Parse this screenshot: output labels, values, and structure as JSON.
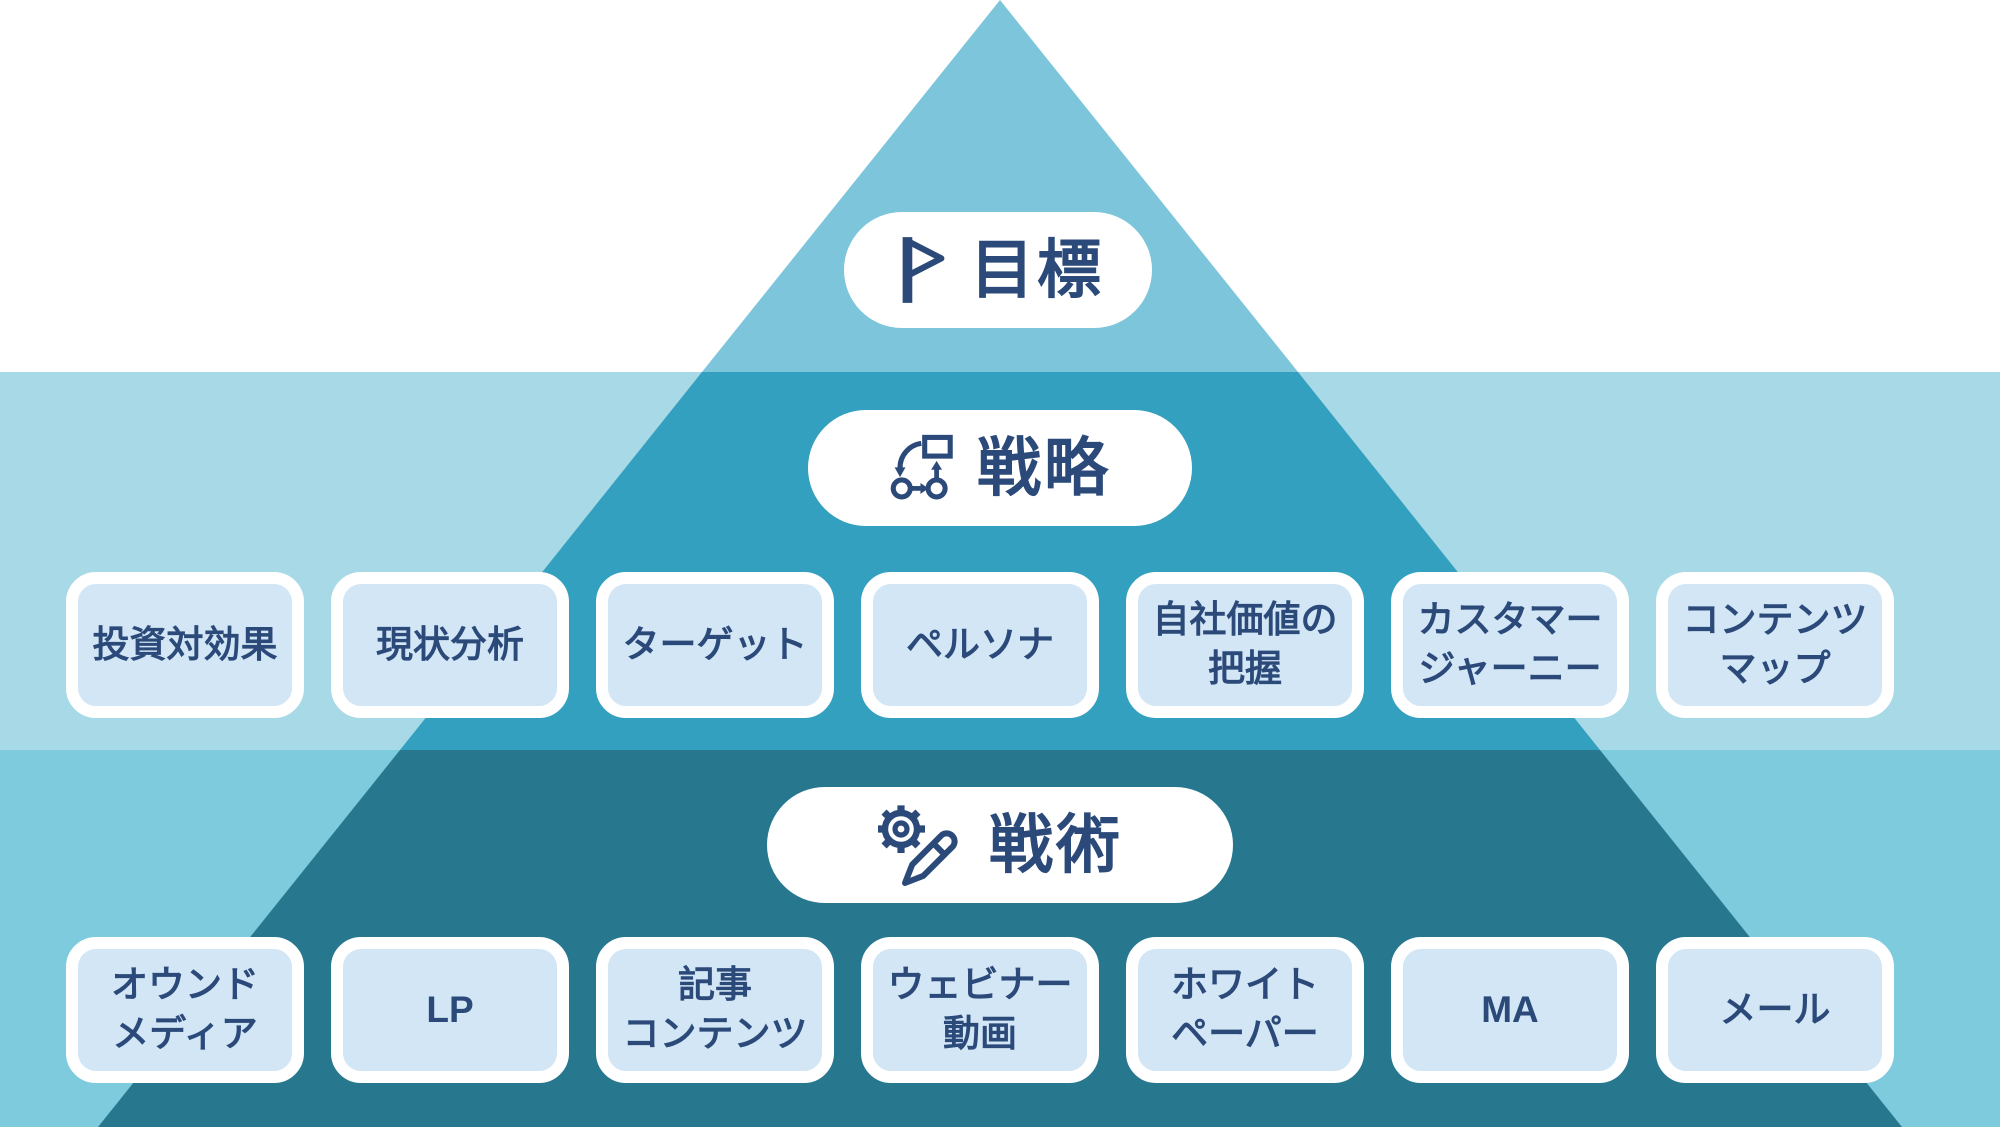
{
  "diagram": {
    "levels": [
      {
        "id": "goal",
        "label": "目標",
        "icon": "flag-icon"
      },
      {
        "id": "strategy",
        "label": "戦略",
        "icon": "flowchart-icon"
      },
      {
        "id": "tactics",
        "label": "戦術",
        "icon": "gear-pencil-icon"
      }
    ],
    "strategy_items": [
      "投資対効果",
      "現状分析",
      "ターゲット",
      "ペルソナ",
      "自社価値の\n把握",
      "カスタマー\nジャーニー",
      "コンテンツ\nマップ"
    ],
    "tactics_items": [
      "オウンド\nメディア",
      "LP",
      "記事\nコンテンツ",
      "ウェビナー\n動画",
      "ホワイト\nペーパー",
      "MA",
      "メール"
    ]
  },
  "colors": {
    "band_top_bg": "#ffffff",
    "band_middle_bg": "#a8d9e7",
    "band_bottom_bg": "#7ecbdd",
    "pyramid_top": "#7cc5da",
    "pyramid_middle": "#34a0bf",
    "pyramid_bottom": "#27788f",
    "label_pill_bg": "#ffffff",
    "item_box_bg": "#d2e6f5",
    "item_box_border": "#ffffff",
    "text_color": "#2b4a7a"
  }
}
